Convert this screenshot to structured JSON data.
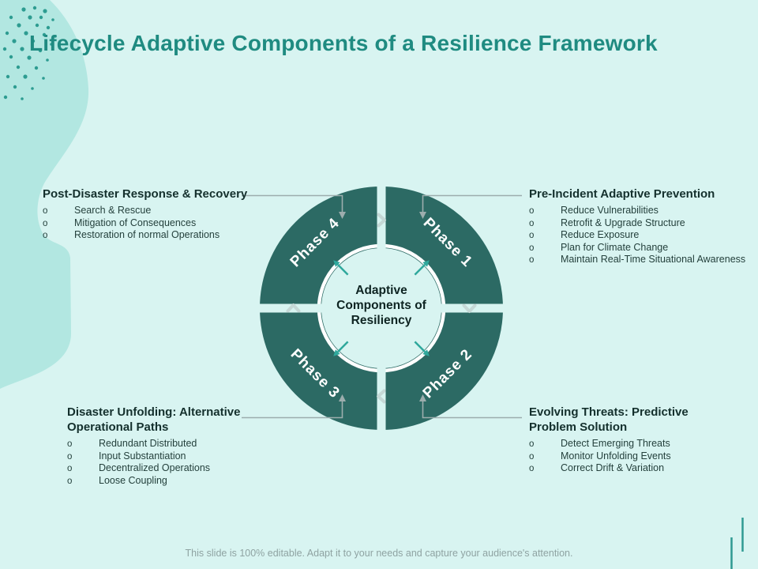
{
  "slide": {
    "title": "Lifecycle Adaptive Components of a Resilience Framework",
    "footer_note": "This slide is 100% editable. Adapt it to your needs and capture your audience's attention."
  },
  "diagram": {
    "center_lines": [
      "Adaptive",
      "Components of",
      "Resiliency"
    ],
    "phases": [
      "Phase 1",
      "Phase 2",
      "Phase 3",
      "Phase 4"
    ]
  },
  "blocks": {
    "top_left": {
      "heading": "Post-Disaster Response & Recovery",
      "items": [
        "Search & Rescue",
        "Mitigation of Consequences",
        "Restoration of normal Operations"
      ]
    },
    "top_right": {
      "heading": "Pre-Incident Adaptive Prevention",
      "items": [
        "Reduce Vulnerabilities",
        "Retrofit & Upgrade Structure",
        "Reduce Exposure",
        "Plan for Climate Change",
        "Maintain Real-Time Situational Awareness"
      ]
    },
    "bottom_left": {
      "heading": "Disaster Unfolding: Alternative Operational Paths",
      "items": [
        "Redundant Distributed",
        "Input Substantiation",
        "Decentralized Operations",
        "Loose Coupling"
      ]
    },
    "bottom_right": {
      "heading": "Evolving Threats: Predictive Problem Solution",
      "items": [
        "Detect Emerging Threats",
        "Monitor Unfolding Events",
        "Correct Drift & Variation"
      ]
    }
  },
  "ui": {
    "bullet_marker": "o"
  },
  "colors": {
    "background": "#d8f4f1",
    "blob": "#b2e7e1",
    "title": "#1f8b81",
    "segment": "#2c6a64",
    "ring": "#ffffff",
    "inner_arrow": "#2fa89c",
    "connector": "#9cadad",
    "flow_chevron": "#c5d8d6",
    "heading_text": "#14302d",
    "body_text": "#24403c",
    "footer_text": "#8fa3a2",
    "edge_line": "#2f9a92"
  }
}
